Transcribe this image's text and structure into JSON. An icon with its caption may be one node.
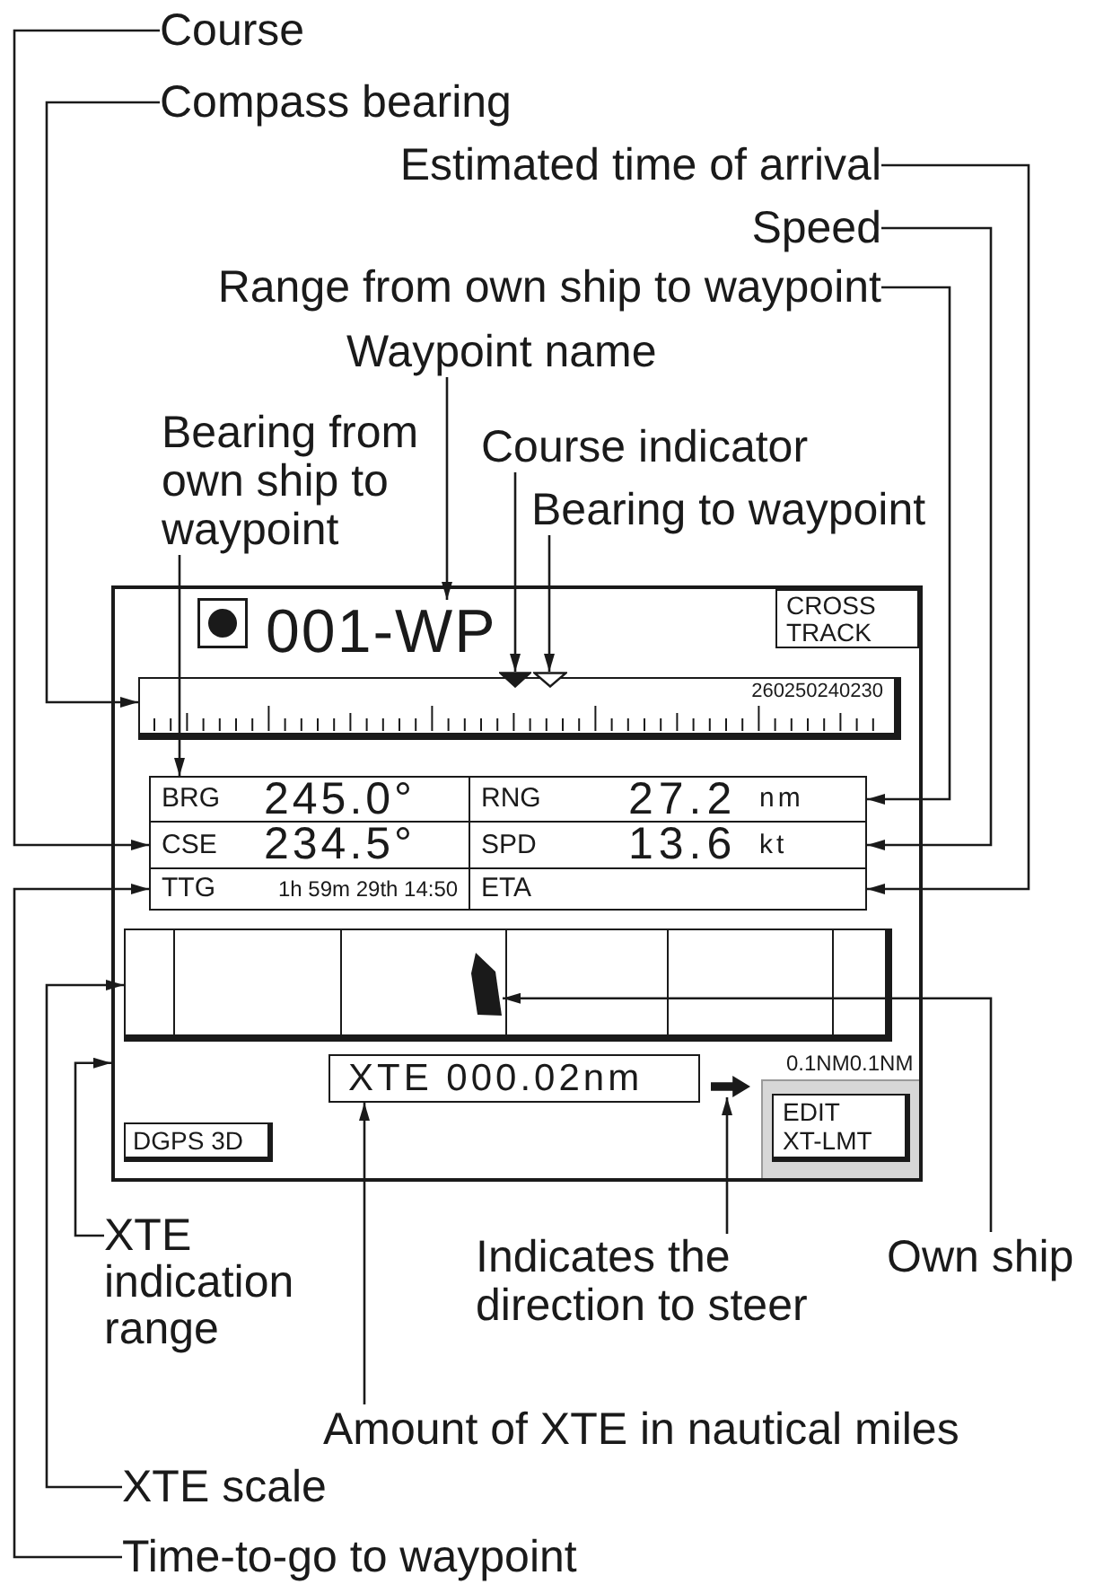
{
  "diagram": {
    "nodes": [
      {
        "text": [
          "Course"
        ]
      },
      {
        "text": [
          "Compass bearing"
        ]
      },
      {
        "text": [
          "Estimated time of arrival"
        ]
      },
      {
        "text": [
          "Speed"
        ]
      },
      {
        "text": [
          "Range from own ship to waypoint"
        ]
      },
      {
        "text": [
          "Waypoint name"
        ]
      },
      {
        "text": [
          "Bearing from own ship to waypoint"
        ]
      },
      {
        "text": [
          "Course indicator"
        ]
      },
      {
        "text": [
          "Bearing to waypoint"
        ]
      },
      {
        "text": [],
        "shape": "box"
      },
      {
        "text": [
          "001-WP"
        ],
        "in": 9
      },
      {
        "text": [
          "CROSS TRACK"
        ],
        "in": 9
      },
      {
        "text": [
          "260250240230"
        ],
        "in": 9
      },
      {
        "text": [],
        "shape": "triangle",
        "in": 9
      },
      {
        "text": [],
        "shape": "triangle",
        "in": 9
      },
      {
        "text": [
          "BRG",
          "245.0°"
        ],
        "in": 9
      },
      {
        "text": [
          "RNG",
          "27.2",
          "nm"
        ],
        "in": 9
      },
      {
        "text": [
          "CSE",
          "234.5°"
        ],
        "in": 9
      },
      {
        "text": [
          "SPD",
          "13.6",
          "kt"
        ],
        "in": 9
      },
      {
        "text": [
          "TTG",
          "1h 59m 29th 14:50"
        ],
        "in": 9
      },
      {
        "text": [
          "ETA"
        ],
        "in": 9
      },
      {
        "text": [],
        "shape": "box",
        "in": 9
      },
      {
        "text": [],
        "shape": "picture",
        "in": 21
      },
      {
        "text": [
          "XTE 000.02nm"
        ],
        "in": 9
      },
      {
        "text": [],
        "shape": "arrow",
        "in": 9
      },
      {
        "text": [
          "DGPS 3D"
        ],
        "in": 9
      },
      {
        "text": [],
        "shape": "box",
        "in": 9
      },
      {
        "text": [
          "EDIT XT-LMT"
        ],
        "in": 26
      },
      {
        "text": [
          "XTE indication range"
        ]
      },
      {
        "text": [
          "Indicates the direction to steer"
        ]
      },
      {
        "text": [
          "Own ship"
        ]
      },
      {
        "text": [
          "Amount of XTE in nautical miles"
        ]
      },
      {
        "text": [
          "XTE scale"
        ]
      },
      {
        "text": [
          "Time-to-go to waypoint"
        ]
      }
    ],
    "edges": [
      {
        "from": 0,
        "to": 17,
        "arrow": "to"
      },
      {
        "from": 1,
        "to": 12,
        "arrow": "to"
      },
      {
        "from": 2,
        "to": 20,
        "arrow": "to"
      },
      {
        "from": 3,
        "to": 18,
        "arrow": "to"
      },
      {
        "from": 4,
        "to": 16,
        "arrow": "to"
      },
      {
        "from": 5,
        "to": 10,
        "arrow": "to"
      },
      {
        "from": 6,
        "to": 15,
        "arrow": "to"
      },
      {
        "from": 7,
        "to": 13,
        "arrow": "to"
      },
      {
        "from": 8,
        "to": 14,
        "arrow": "to"
      },
      {
        "from": 28,
        "to": 9,
        "arrow": "to"
      },
      {
        "from": 29,
        "to": 24,
        "arrow": "to"
      },
      {
        "from": 30,
        "to": 22,
        "arrow": "to"
      },
      {
        "from": 31,
        "to": 23,
        "arrow": "to"
      },
      {
        "from": 32,
        "to": 21,
        "arrow": "to"
      },
      {
        "from": 33,
        "to": 19,
        "arrow": "to"
      }
    ],
    "labels": [
      "0.1NM0.1NM"
    ]
  }
}
